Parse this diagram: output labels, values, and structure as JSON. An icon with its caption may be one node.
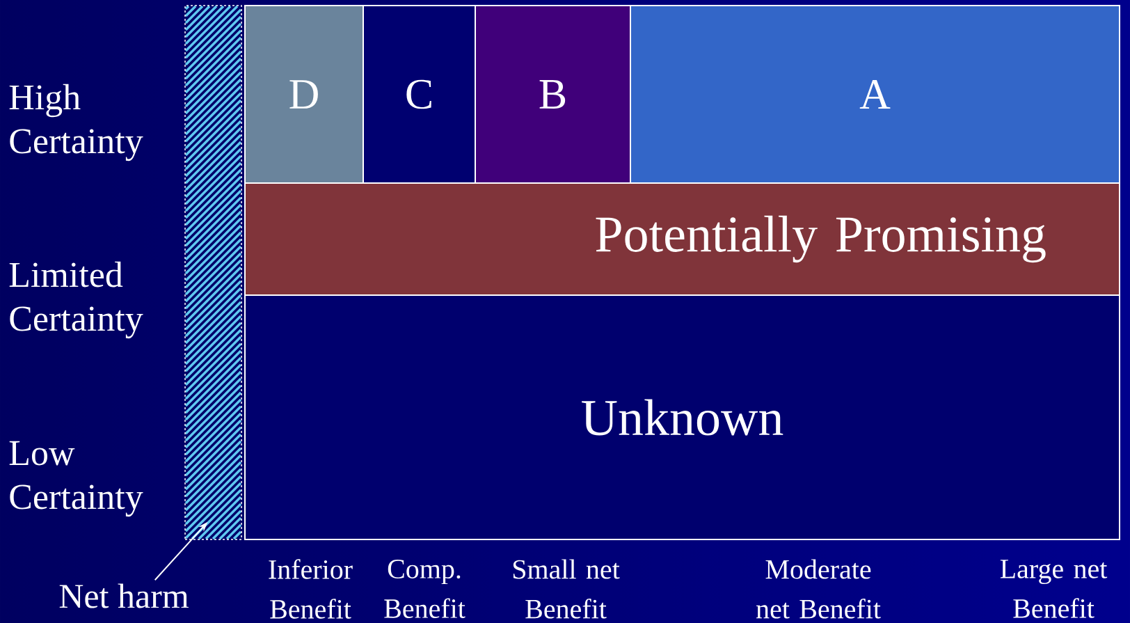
{
  "diagram": {
    "nodes": [
      {
        "text": [],
        "shape": "box"
      },
      {
        "text": [
          "D"
        ]
      },
      {
        "text": [
          "C"
        ]
      },
      {
        "text": [
          "B"
        ]
      },
      {
        "text": [
          "A"
        ]
      },
      {
        "text": [
          "Potentially Promising"
        ]
      },
      {
        "text": [
          "Unknown"
        ]
      },
      {
        "text": [
          "Net harm"
        ]
      }
    ],
    "edges": [
      {
        "from": 7,
        "to": 0,
        "arrow": "to"
      }
    ],
    "labels": [
      "High Certainty",
      "Limited Certainty",
      "Low Certainty",
      "Inferior Benefit",
      "Comp. Benefit",
      "Small net Benefit",
      "Moderate net Benefit",
      "Large net Benefit"
    ]
  }
}
